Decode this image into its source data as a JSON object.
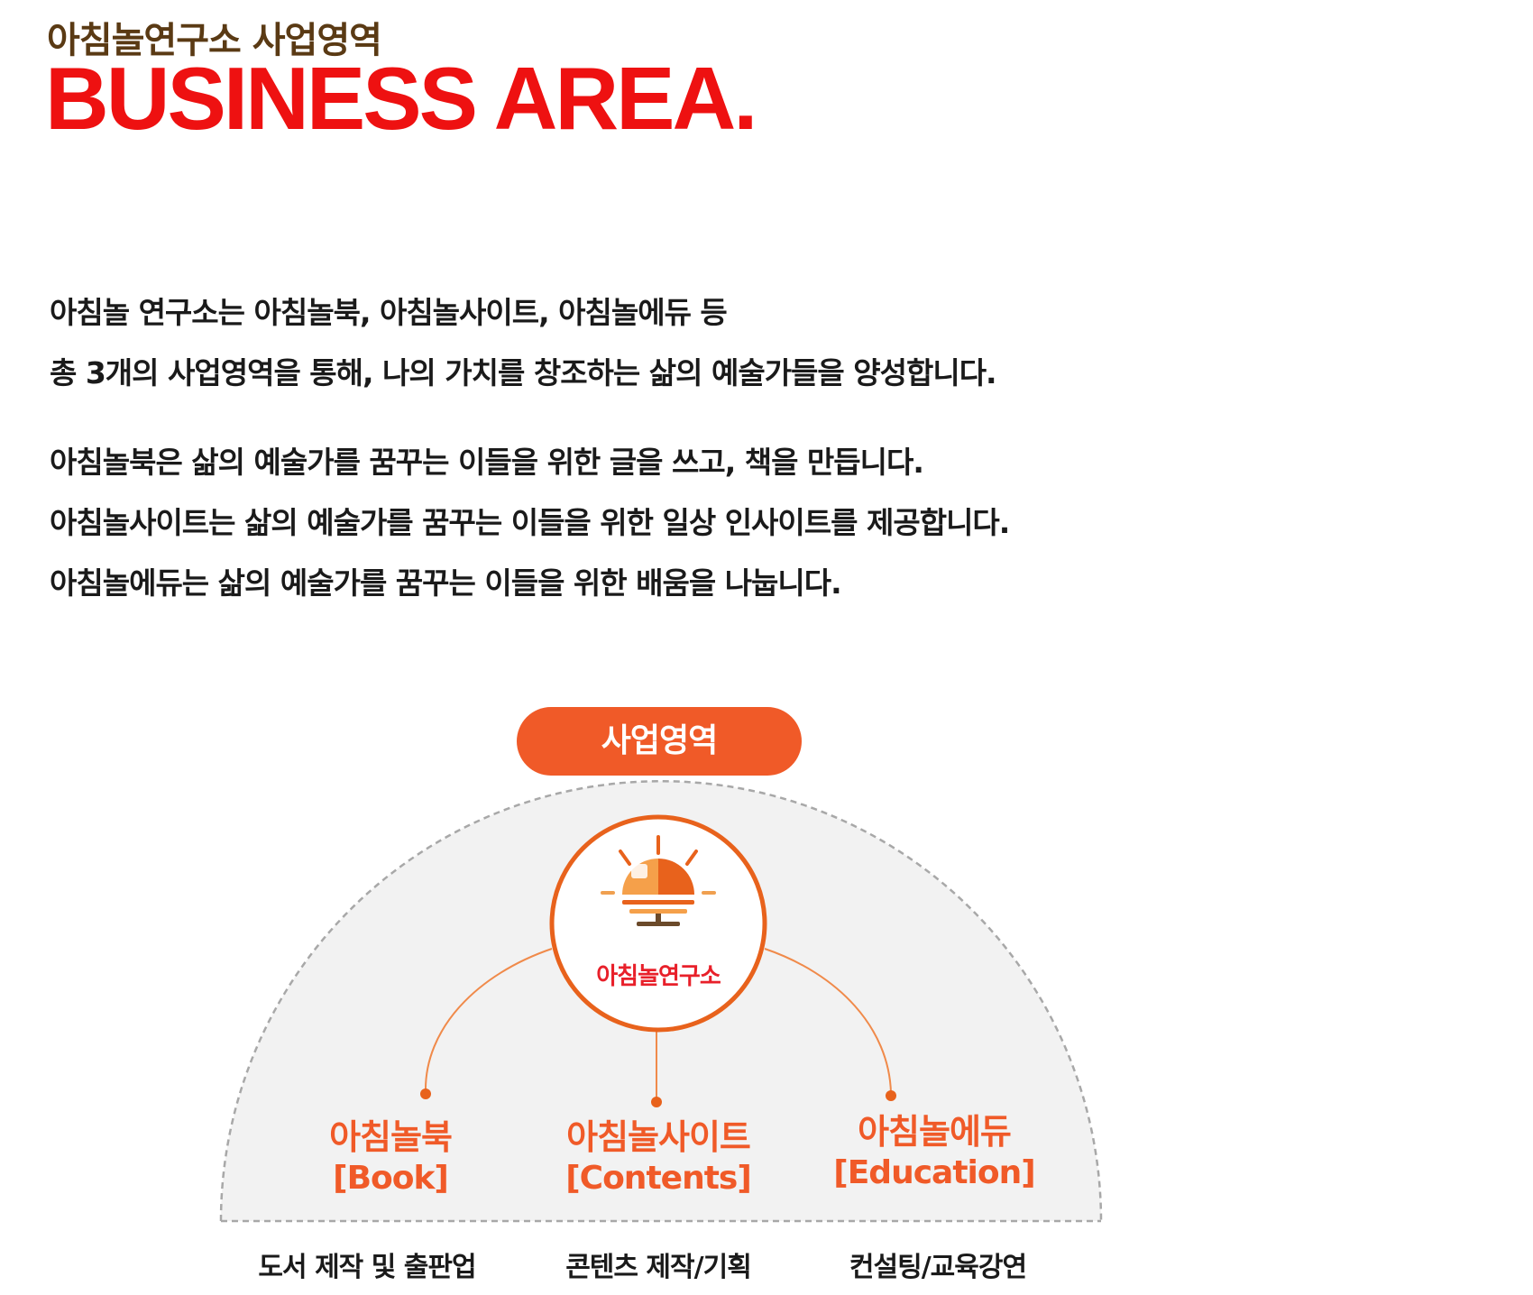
{
  "header": {
    "kicker": "아침놀연구소 사업영역",
    "title": "BUSINESS AREA."
  },
  "intro": {
    "lines": [
      "아침놀 연구소는 아침놀북, 아침놀사이트, 아침놀에듀 등",
      "총 3개의 사업영역을 통해, 나의 가치를 창조하는 삶의 예술가들을 양성합니다."
    ],
    "details": [
      "아침놀북은 삶의 예술가를 꿈꾸는 이들을 위한 글을 쓰고, 책을 만듭니다.",
      "아침놀사이트는 삶의 예술가를 꿈꾸는 이들을 위한 일상 인사이트를 제공합니다.",
      "아침놀에듀는 삶의 예술가를 꿈꾸는 이들을 위한 배움을 나눕니다."
    ]
  },
  "diagram": {
    "badge": "사업영역",
    "hub": {
      "label": "아침놀연구소",
      "icon": "sunrise-logo-icon"
    },
    "areas": [
      {
        "name": "아침놀북",
        "en": "[Book]",
        "service": "도서 제작 및 출판업"
      },
      {
        "name": "아침놀사이트",
        "en": "[Contents]",
        "service": "콘텐츠 제작/기획"
      },
      {
        "name": "아침놀에듀",
        "en": "[Education]",
        "service": "컨설팅/교육강연"
      }
    ]
  },
  "colors": {
    "accent": "#f05a28",
    "title_red": "#ee1111",
    "kicker_brown": "#5a3a14",
    "hub_text": "#e8202a",
    "dome_fill": "#f2f2f2"
  }
}
